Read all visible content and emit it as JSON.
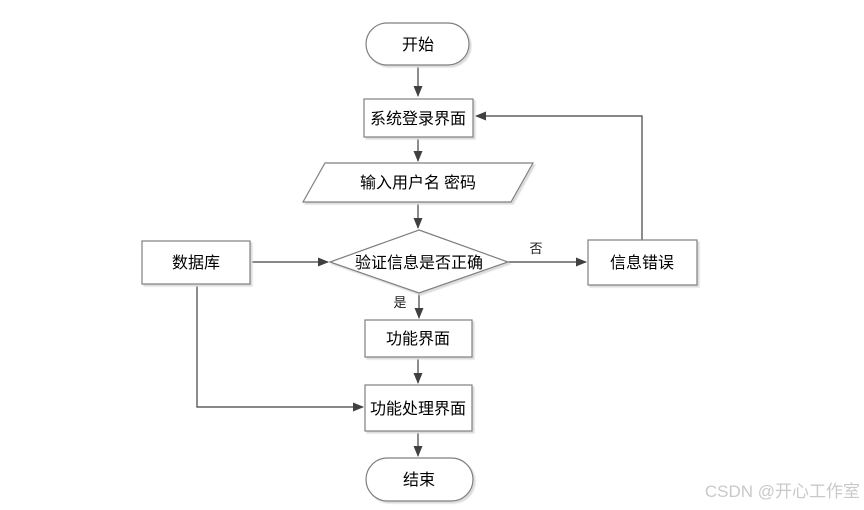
{
  "colors": {
    "background": "#ffffff",
    "shape_fill": "#ffffff",
    "shape_border": "#7f7f7f",
    "connector": "#404040",
    "text": "#000000",
    "shadow": "#dcdcdc",
    "watermark": "#c9c9c9"
  },
  "flowchart": {
    "nodes": [
      {
        "id": "start",
        "type": "terminator",
        "label": "开始"
      },
      {
        "id": "login",
        "type": "process",
        "label": "系统登录界面"
      },
      {
        "id": "input",
        "type": "data",
        "label": "输入用户名 密码"
      },
      {
        "id": "verify",
        "type": "decision",
        "label": "验证信息是否正确"
      },
      {
        "id": "database",
        "type": "process",
        "label": "数据库"
      },
      {
        "id": "error",
        "type": "process",
        "label": "信息错误"
      },
      {
        "id": "function",
        "type": "process",
        "label": "功能界面"
      },
      {
        "id": "function_process",
        "type": "process",
        "label": "功能处理界面"
      },
      {
        "id": "end",
        "type": "terminator",
        "label": "结束"
      }
    ],
    "branch_labels": {
      "yes": "是",
      "no": "否"
    }
  },
  "watermark": {
    "text": "CSDN @开心工作室"
  }
}
